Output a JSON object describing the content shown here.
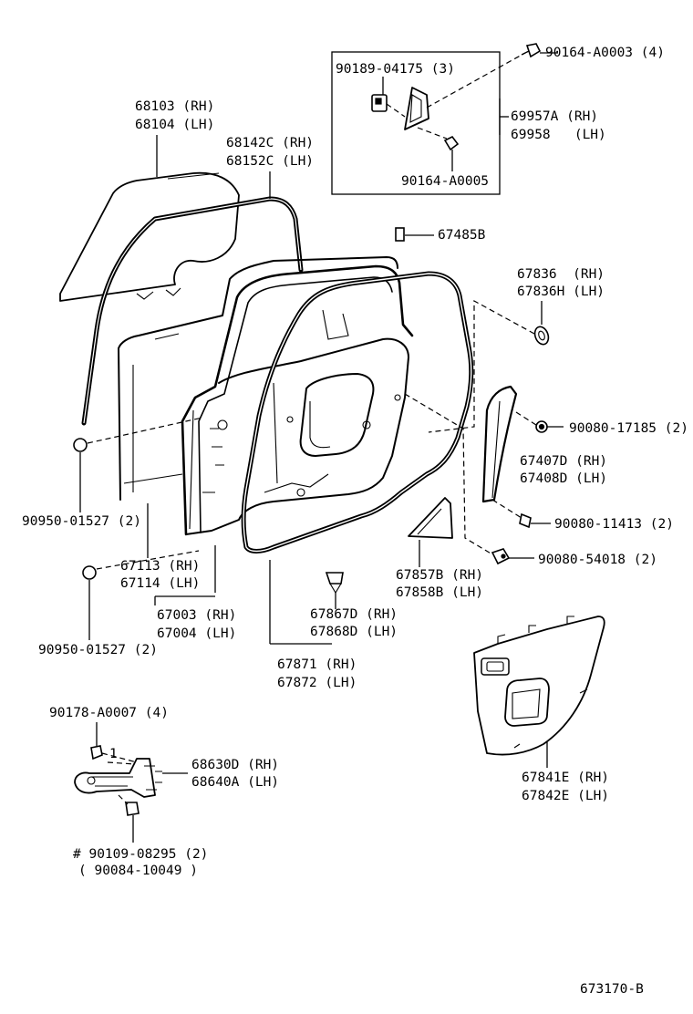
{
  "diagram_id": "673170-B",
  "labels": {
    "p90164_A0003": "90164-A0003 (4)",
    "p90189_04175": "90189-04175 (3)",
    "p69957A": "69957A (RH)",
    "p69958": "69958   (LH)",
    "p90164_A0005": "90164-A0005",
    "p68103": "68103 (RH)",
    "p68104": "68104 (LH)",
    "p68142C": "68142C (RH)",
    "p68152C": "68152C (LH)",
    "p67485B": "67485B",
    "p67836": "67836  (RH)",
    "p67836H": "67836H (LH)",
    "p90080_17185": "90080-17185 (2)",
    "p67407D": "67407D (RH)",
    "p67408D": "67408D (LH)",
    "p90080_11413": "90080-11413 (2)",
    "p90080_54018": "90080-54018 (2)",
    "p90950_01527_a": "90950-01527 (2)",
    "p67113": "67113 (RH)",
    "p67114": "67114 (LH)",
    "p67857B": "67857B (RH)",
    "p67858B": "67858B (LH)",
    "p67867D": "67867D (RH)",
    "p67868D": "67868D (LH)",
    "p67003": "67003 (RH)",
    "p67004": "67004 (LH)",
    "p90950_01527_b": "90950-01527 (2)",
    "p67871": "67871 (RH)",
    "p67872": "67872 (LH)",
    "p90178_A0007": "90178-A0007 (4)",
    "p68630D": "68630D (RH)",
    "p68640A": "68640A (LH)",
    "p67841E": "67841E (RH)",
    "p67842E": "67842E (LH)",
    "p90109_08295": "# 90109-08295 (2)",
    "p90084_10049": "( 90084-10049 )",
    "num1": "1"
  }
}
